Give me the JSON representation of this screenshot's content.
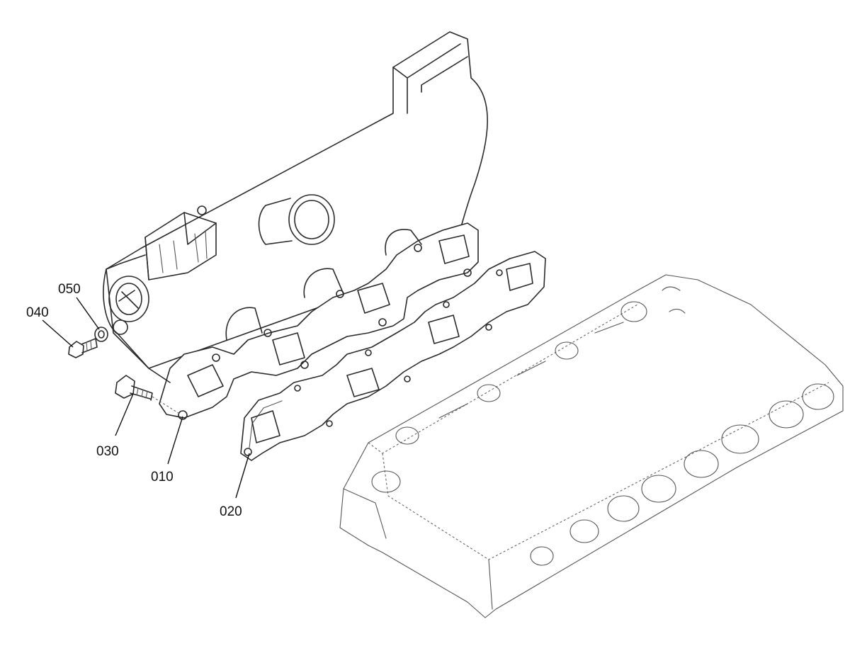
{
  "callouts": {
    "p010": "010",
    "p020": "020",
    "p030": "030",
    "p040": "040",
    "p050": "050"
  }
}
